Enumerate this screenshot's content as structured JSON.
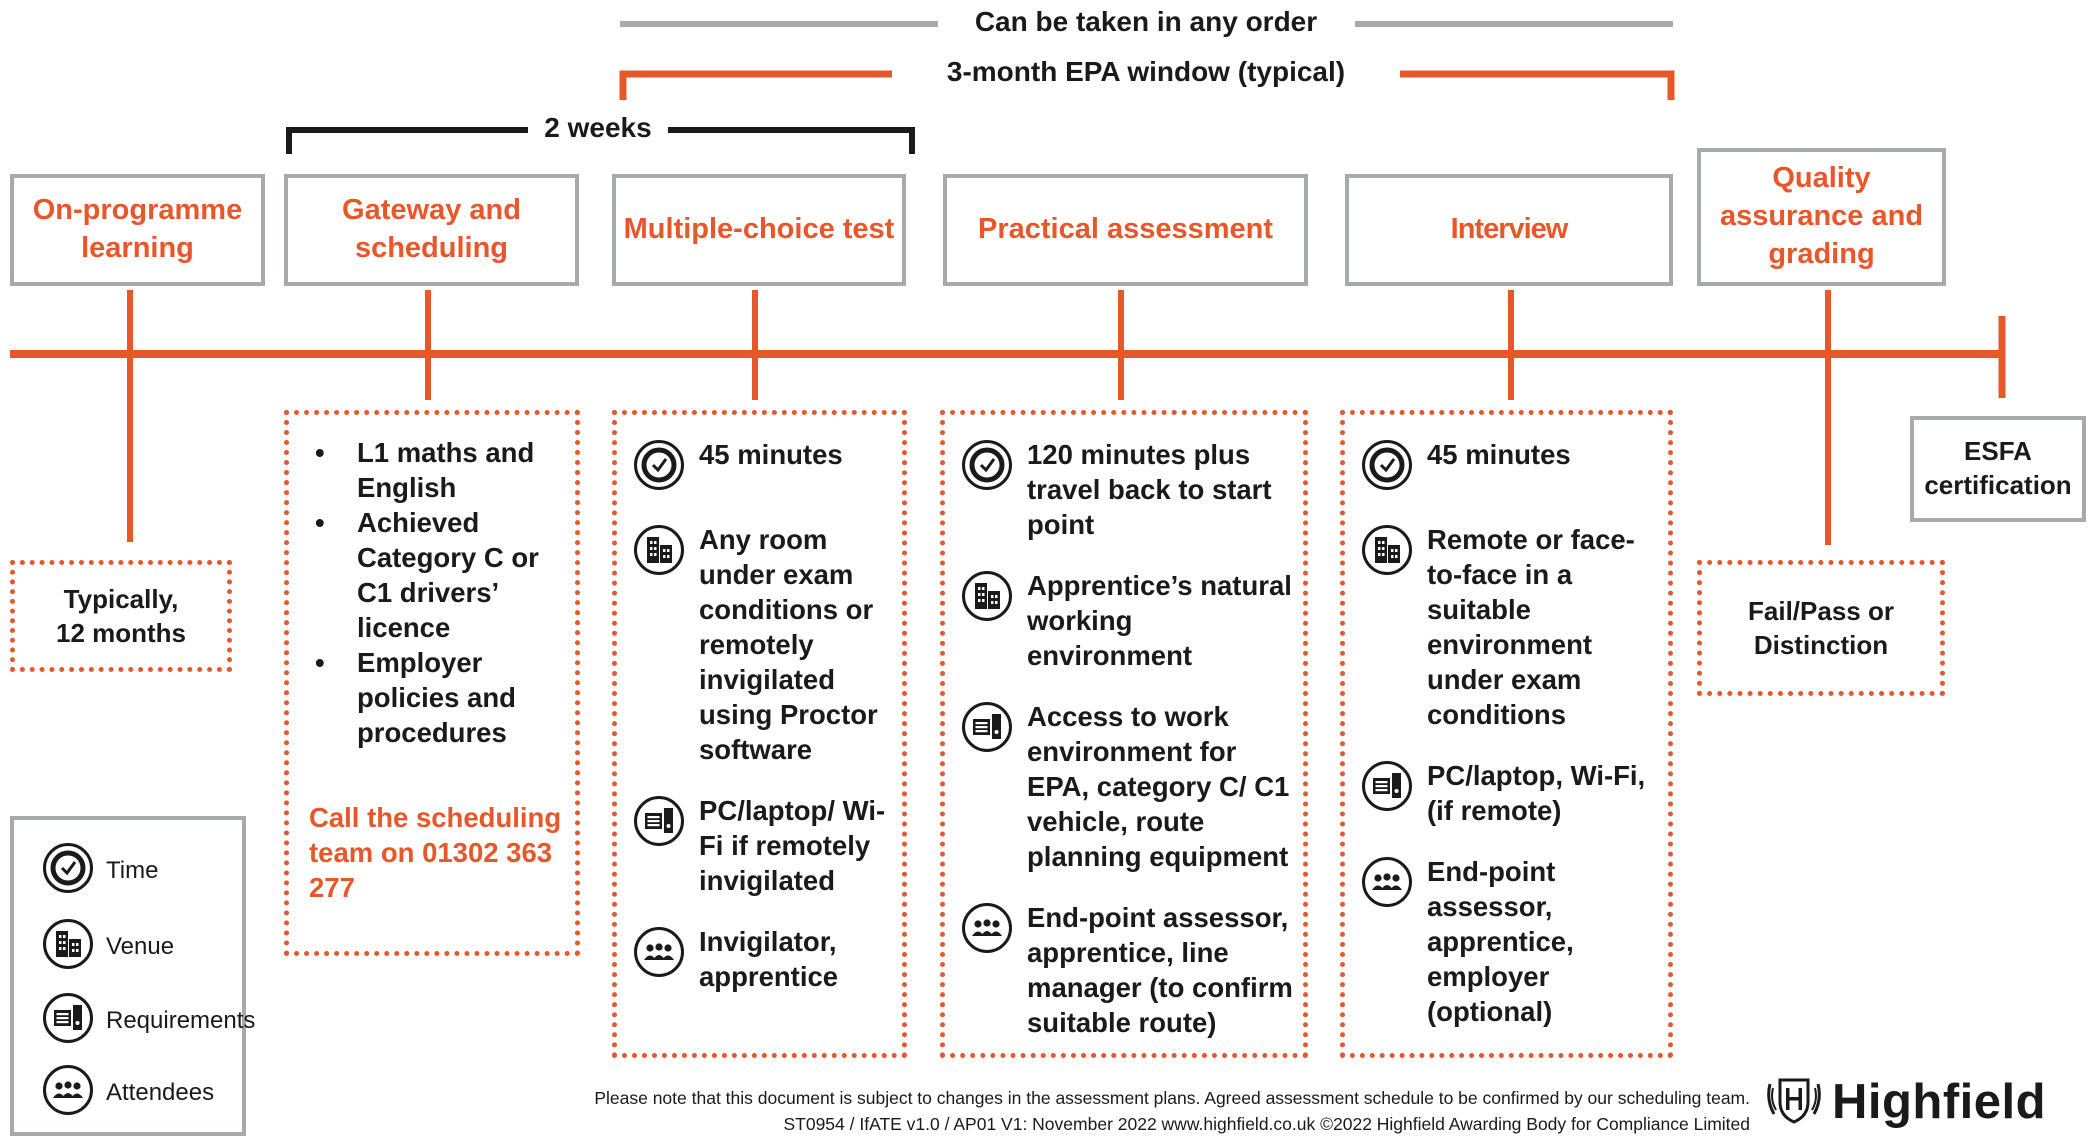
{
  "top": {
    "order_label": "Can be taken in any order",
    "window_label": "3-month EPA window (typical)",
    "weeks_label": "2 weeks"
  },
  "colors": {
    "accent": "#e8572a",
    "grey": "#a7a9ac",
    "text": "#1a1a1a"
  },
  "stages": {
    "on_programme": "On-programme learning",
    "gateway": "Gateway and scheduling",
    "mct": "Multiple-choice test",
    "practical": "Practical assessment",
    "interview": "Interview",
    "quality": "Quality assurance and grading",
    "esfa": "ESFA certification"
  },
  "on_programme": {
    "duration": "Typically, 12 months"
  },
  "gateway": {
    "bullets": [
      "L1 maths and English",
      "Achieved Category C or C1 drivers’ licence",
      "Employer policies and procedures"
    ],
    "call": "Call the scheduling team on 01302 363 277"
  },
  "mct": {
    "time": "45 minutes",
    "venue": "Any room under exam conditions or remotely invigilated using Proctor software",
    "requirements": "PC/laptop/ Wi-Fi if remotely invigilated",
    "attendees": "Invigilator, apprentice"
  },
  "practical": {
    "time": "120 minutes plus travel back to start point",
    "venue": "Apprentice’s natural working environment",
    "requirements": "Access to work environment for EPA, category C/ C1 vehicle, route planning equipment",
    "attendees": "End-point assessor, apprentice, line manager (to confirm suitable route)"
  },
  "interview": {
    "time": "45 minutes",
    "venue": "Remote or face-to-face in a suitable environment under exam conditions",
    "requirements": "PC/laptop, Wi-Fi, (if remote)",
    "attendees": "End-point assessor, apprentice, employer (optional)"
  },
  "quality": {
    "outcome": "Fail/Pass or Distinction"
  },
  "key": {
    "time": "Time",
    "venue": "Venue",
    "requirements": "Requirements",
    "attendees": "Attendees",
    "icons": [
      "clock-icon",
      "building-icon",
      "requirements-icon",
      "attendees-icon"
    ]
  },
  "footer": {
    "line1": "Please note that this document is subject to changes in the assessment plans.  Agreed assessment schedule to be confirmed by our scheduling team.",
    "line2": "ST0954 / IfATE v1.0 / AP01   V1: November 2022   www.highfield.co.uk   ©2022 Highfield Awarding Body for Compliance Limited"
  },
  "logo": {
    "name": "Highfield"
  }
}
